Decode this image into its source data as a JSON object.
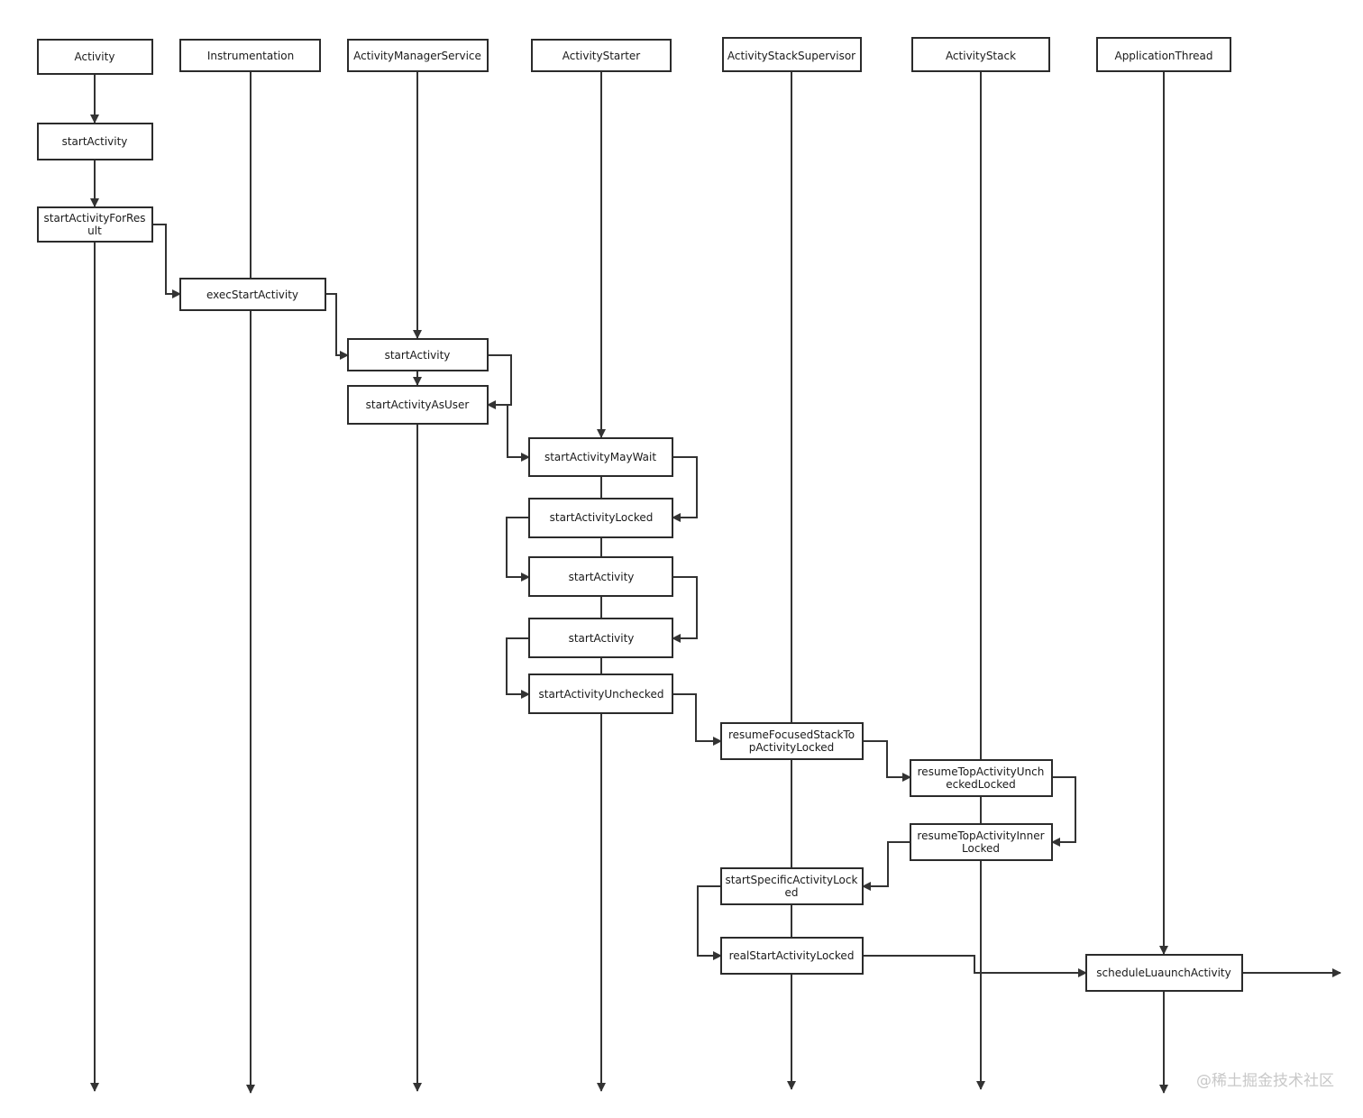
{
  "lifelines": [
    "Activity",
    "Instrumentation",
    "ActivityManagerService",
    "ActivityStarter",
    "ActivityStackSupervisor",
    "ActivityStack",
    "ApplicationThread"
  ],
  "calls": [
    {
      "lifeline": "Activity",
      "lines": [
        "startActivity"
      ]
    },
    {
      "lifeline": "Activity",
      "lines": [
        "startActivityForRes",
        "ult"
      ]
    },
    {
      "lifeline": "Instrumentation",
      "lines": [
        "execStartActivity"
      ]
    },
    {
      "lifeline": "ActivityManagerService",
      "lines": [
        "startActivity"
      ]
    },
    {
      "lifeline": "ActivityManagerService",
      "lines": [
        "startActivityAsUser"
      ]
    },
    {
      "lifeline": "ActivityStarter",
      "lines": [
        "startActivityMayWait"
      ]
    },
    {
      "lifeline": "ActivityStarter",
      "lines": [
        "startActivityLocked"
      ]
    },
    {
      "lifeline": "ActivityStarter",
      "lines": [
        "startActivity"
      ]
    },
    {
      "lifeline": "ActivityStarter",
      "lines": [
        "startActivity"
      ]
    },
    {
      "lifeline": "ActivityStarter",
      "lines": [
        "startActivityUnchecked"
      ]
    },
    {
      "lifeline": "ActivityStackSupervisor",
      "lines": [
        "resumeFocusedStackTo",
        "pActivityLocked"
      ]
    },
    {
      "lifeline": "ActivityStack",
      "lines": [
        "resumeTopActivityUnch",
        "eckedLocked"
      ]
    },
    {
      "lifeline": "ActivityStack",
      "lines": [
        "resumeTopActivityInner",
        "Locked"
      ]
    },
    {
      "lifeline": "ActivityStackSupervisor",
      "lines": [
        "startSpecificActivityLock",
        "ed"
      ]
    },
    {
      "lifeline": "ActivityStackSupervisor",
      "lines": [
        "realStartActivityLocked"
      ]
    },
    {
      "lifeline": "ApplicationThread",
      "lines": [
        "scheduleLuaunchActivity"
      ]
    }
  ],
  "watermark": "@稀土掘金技术社区"
}
